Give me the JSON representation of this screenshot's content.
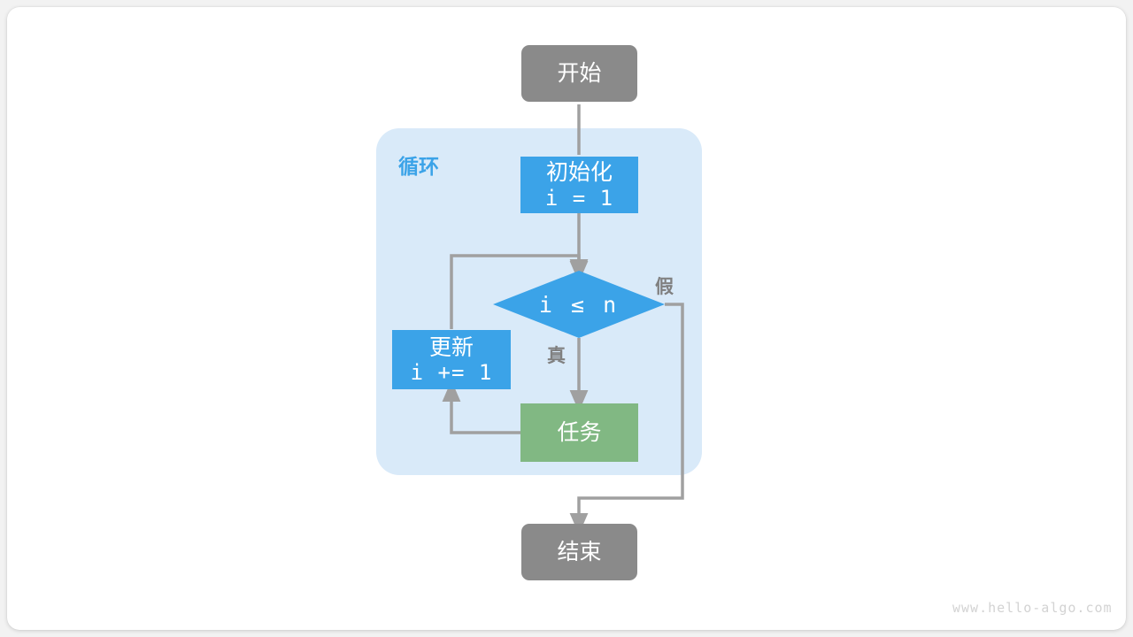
{
  "diagram": {
    "title_watermark": "www.hello-algo.com",
    "colors": {
      "terminal": "#8a8a8a",
      "process": "#3ba3e8",
      "task": "#81b883",
      "loop_container_fill": "#d9eaf9",
      "edge": "#a0a0a0",
      "loop_label": "#3ba3e8",
      "edge_label": "#808080",
      "card": "#ffffff",
      "page_background": "#f2f2f2"
    },
    "loop_group": {
      "label": "循环"
    },
    "nodes": {
      "start": {
        "label": "开始"
      },
      "init": {
        "label_line1": "初始化",
        "label_line2": "i = 1"
      },
      "decision": {
        "label": "i ≤ n"
      },
      "update": {
        "label_line1": "更新",
        "label_line2": "i += 1"
      },
      "task": {
        "label": "任务"
      },
      "end": {
        "label": "结束"
      }
    },
    "edge_labels": {
      "true_branch": "真",
      "false_branch": "假"
    }
  }
}
